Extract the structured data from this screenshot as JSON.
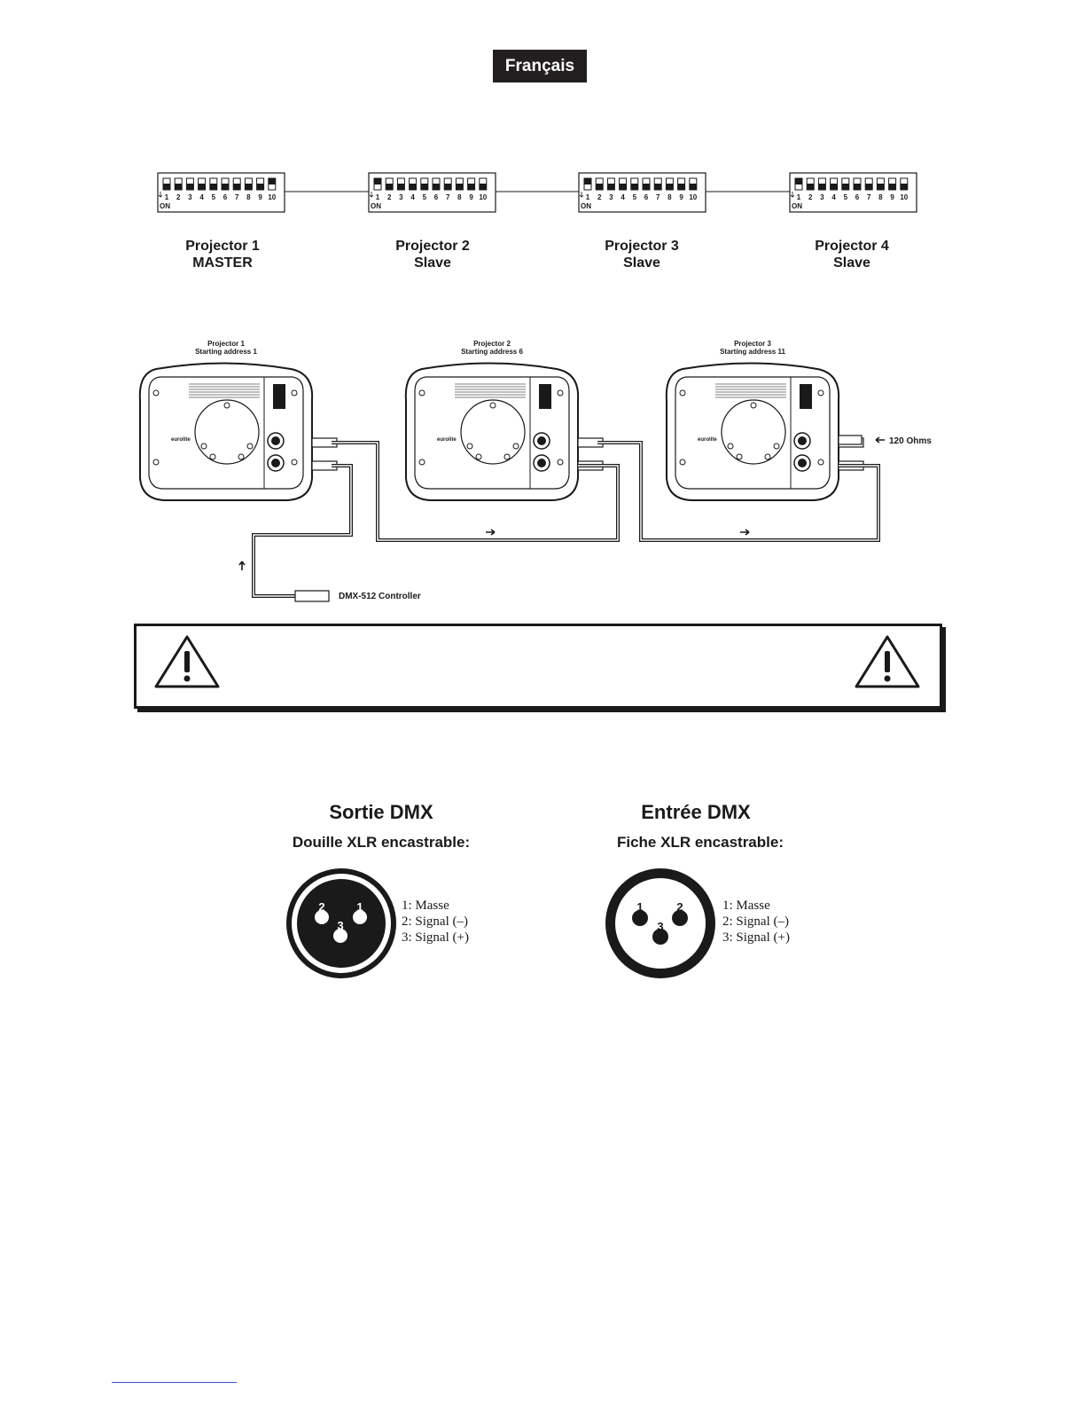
{
  "header": {
    "language": "Français"
  },
  "dip_switch": {
    "numbers": [
      "1",
      "2",
      "3",
      "4",
      "5",
      "6",
      "7",
      "8",
      "9",
      "10"
    ],
    "on_label": "ON"
  },
  "projectors": [
    {
      "name": "Projector 1",
      "role": "MASTER",
      "dip_on": [
        10
      ]
    },
    {
      "name": "Projector 2",
      "role": "Slave",
      "dip_on": [
        1
      ]
    },
    {
      "name": "Projector 3",
      "role": "Slave",
      "dip_on": [
        1
      ]
    },
    {
      "name": "Projector 4",
      "role": "Slave",
      "dip_on": [
        1
      ]
    }
  ],
  "wiring": {
    "units": [
      {
        "name": "Projector 1",
        "address": "Starting address 1"
      },
      {
        "name": "Projector 2",
        "address": "Starting address 6"
      },
      {
        "name": "Projector 3",
        "address": "Starting address 11"
      }
    ],
    "brand": "eurolite",
    "terminator": "120 Ohms",
    "controller": "DMX-512 Controller"
  },
  "connectors": {
    "output": {
      "title": "Sortie DMX",
      "subtitle": "Douille XLR encastrable:",
      "pins": [
        "1: Masse",
        "2: Signal (–)",
        "3: Signal (+)"
      ]
    },
    "input": {
      "title": "Entrée DMX",
      "subtitle": "Fiche XLR encastrable:",
      "pins": [
        "1: Masse",
        "2: Signal (–)",
        "3: Signal (+)"
      ]
    }
  }
}
